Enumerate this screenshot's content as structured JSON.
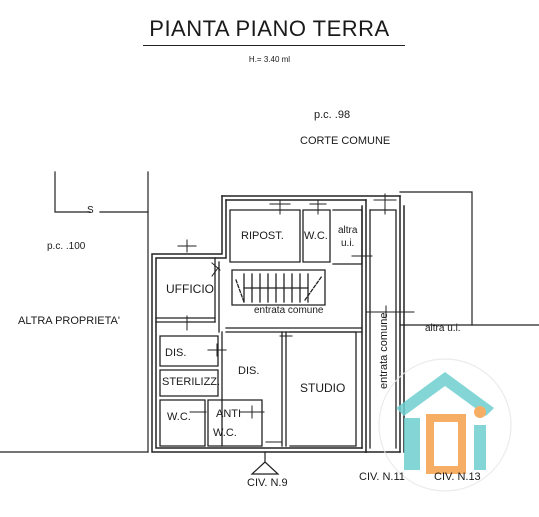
{
  "title": "PIANTA PIANO TERRA",
  "height_note": "H.= 3.40 ml",
  "labels": {
    "pc98": "p.c. .98",
    "corte": "CORTE COMUNE",
    "pc100": "p.c. .100",
    "altra_proprieta": "ALTRA PROPRIETA'",
    "s": "S",
    "altra_ui_right": "altra u.i."
  },
  "rooms": {
    "ripost": "RIPOST.",
    "wc_top": "W.C.",
    "altra_ui_top_1": "altra",
    "altra_ui_top_2": "u.i.",
    "ufficio": "UFFICIO",
    "entrata_comune_h": "entrata comune",
    "entrata_comune_v": "entrata comune",
    "dis_left": "DIS.",
    "sterilizz": "STERILIZZ.",
    "dis_center": "DIS.",
    "studio": "STUDIO",
    "wc_bottom": "W.C.",
    "anti_wc_1": "ANTI",
    "anti_wc_2": "W.C."
  },
  "entrances": {
    "civ9": "CIV. N.9",
    "civ11": "CIV. N.11",
    "civ13": "CIV. N.13"
  },
  "logo": {
    "teal": "#6fd0d0",
    "orange": "#f5a04a"
  }
}
